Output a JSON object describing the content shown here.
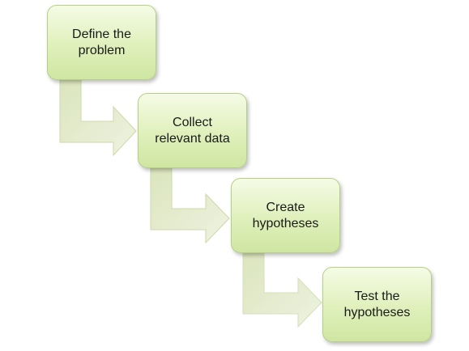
{
  "steps": [
    {
      "label": "Define the\nproblem"
    },
    {
      "label": "Collect\nrelevant data"
    },
    {
      "label": "Create\nhypotheses"
    },
    {
      "label": "Test the\nhypotheses"
    }
  ],
  "colors": {
    "box_fill_top": "#f5fbe6",
    "box_fill_bottom": "#cfe6a2",
    "box_border": "#b6cf86",
    "arrow_fill": "#e2eac9",
    "arrow_stroke": "#cdd9aa"
  }
}
